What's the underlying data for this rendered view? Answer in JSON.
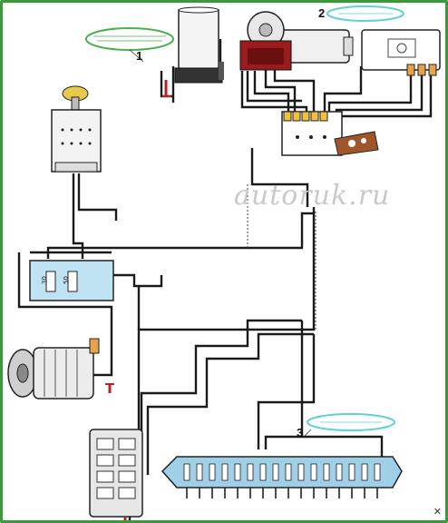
{
  "watermark": "autoruk.ru",
  "callouts": [
    {
      "id": "1",
      "label": "1"
    },
    {
      "id": "2",
      "label": "2"
    },
    {
      "id": "3",
      "label": "3"
    }
  ],
  "relay_labels": {
    "left": "30",
    "right": "50"
  },
  "colors": {
    "frame": "#3a9a3a",
    "wire": "#1a1a1a",
    "fuse_block": "#9fd0e8",
    "motor_bracket": "#9b1c1c",
    "label_green": "#4caf50",
    "label_cyan": "#5fd0d8",
    "knob": "#e6c84a"
  },
  "icons": {
    "corner": "tools-icon"
  }
}
